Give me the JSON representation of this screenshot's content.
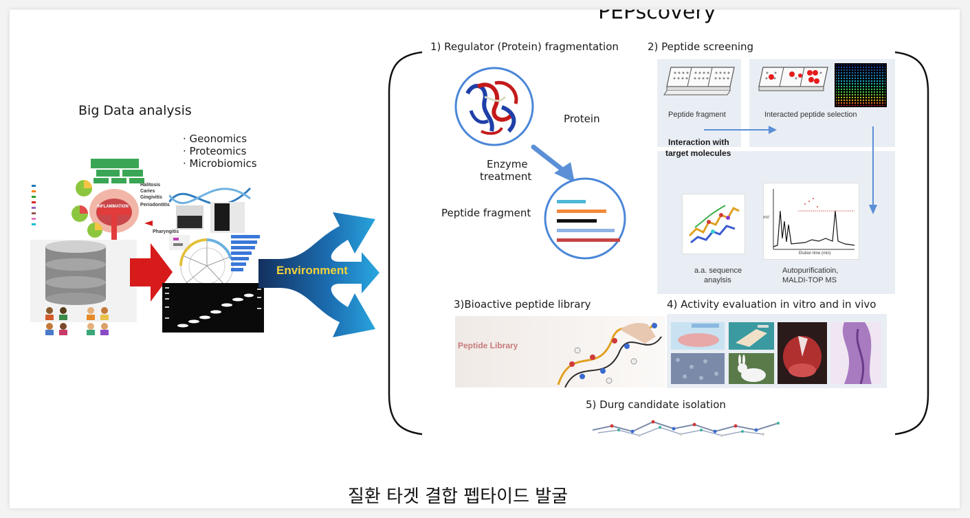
{
  "title": "PEPscovery",
  "caption": "질환 타겟 결합 펩타이드 발굴",
  "left": {
    "heading": "Big Data analysis",
    "omics": [
      "· Geonomics",
      "· Proteomics",
      "· Microbiomics"
    ],
    "mouth_labels": [
      "INFLAMMATION",
      "Halitosis",
      "Caries",
      "Gingivitis",
      "Periodontitis",
      "Pharyngitis"
    ],
    "environment_label": "Environment"
  },
  "steps": {
    "s1": "1) Regulator (Protein) fragmentation",
    "s2": "2) Peptide screening",
    "s3": "3)Bioactive peptide library",
    "s4": "4) Activity evaluation in vitro and in vivo",
    "s5": "5) Durg candidate isolation"
  },
  "step1": {
    "protein_label": "Protein",
    "enzyme_label_line1": "Enzyme",
    "enzyme_label_line2": "treatment",
    "fragment_label": "Peptide fragment"
  },
  "step2": {
    "peptide_fragment": "Peptide fragment",
    "interacted": "Interacted peptide selection",
    "interaction_line1": "Interaction with",
    "interaction_line2": "target molecules",
    "sequence_line1": "a.a. sequence",
    "sequence_line2": "anaylsis",
    "autopur_line1": "Autopurificatioin,",
    "autopur_line2": "MALDI-TOP MS",
    "chrom_xlabel": "Elution time (min)",
    "chrom_ylabel": "mV"
  },
  "step3": {
    "library_label": "Peptide Library"
  },
  "colors": {
    "arrow_blue": "#5b8fd6",
    "circle_blue": "#4a86d8",
    "environment_dark": "#13305f",
    "environment_light": "#29a8e0",
    "red_arrow": "#d71a1a"
  }
}
